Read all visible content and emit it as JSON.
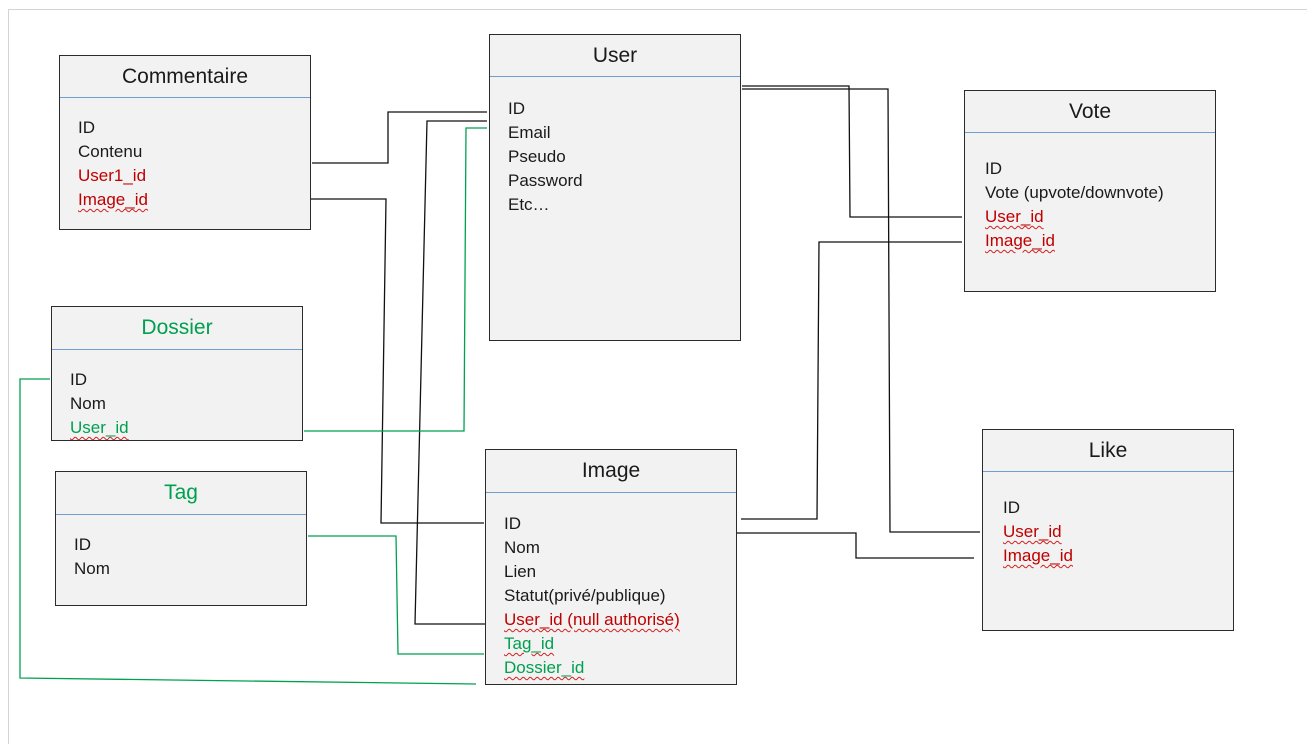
{
  "colors": {
    "black_text": "#1a1a1a",
    "fk_red": "#c00000",
    "fk_green": "#00a050",
    "line_black": "#111111",
    "line_green": "#00a050",
    "separator": "#6f9fd0",
    "box_fill": "#f2f2f2"
  },
  "entities": {
    "commentaire": {
      "title": "Commentaire",
      "fields": [
        "ID",
        "Contenu",
        "User1_id",
        "Image_id"
      ]
    },
    "user": {
      "title": "User",
      "fields": [
        "ID",
        "Email",
        "Pseudo",
        "Password",
        "Etc…"
      ]
    },
    "vote": {
      "title": "Vote",
      "fields": [
        "ID",
        "Vote (upvote/downvote)",
        "User_id",
        "Image_id"
      ]
    },
    "dossier": {
      "title": "Dossier",
      "fields": [
        "ID",
        "Nom",
        "User_id"
      ]
    },
    "tag": {
      "title": "Tag",
      "fields": [
        "ID",
        "Nom"
      ]
    },
    "image": {
      "title": "Image",
      "fields": [
        "ID",
        "Nom",
        "Lien",
        "Statut(privé/publique)",
        "User_id (null authorisé)",
        "Tag_id",
        "Dossier_id"
      ]
    },
    "like": {
      "title": "Like",
      "fields": [
        "ID",
        "User_id",
        "Image_id"
      ]
    }
  }
}
